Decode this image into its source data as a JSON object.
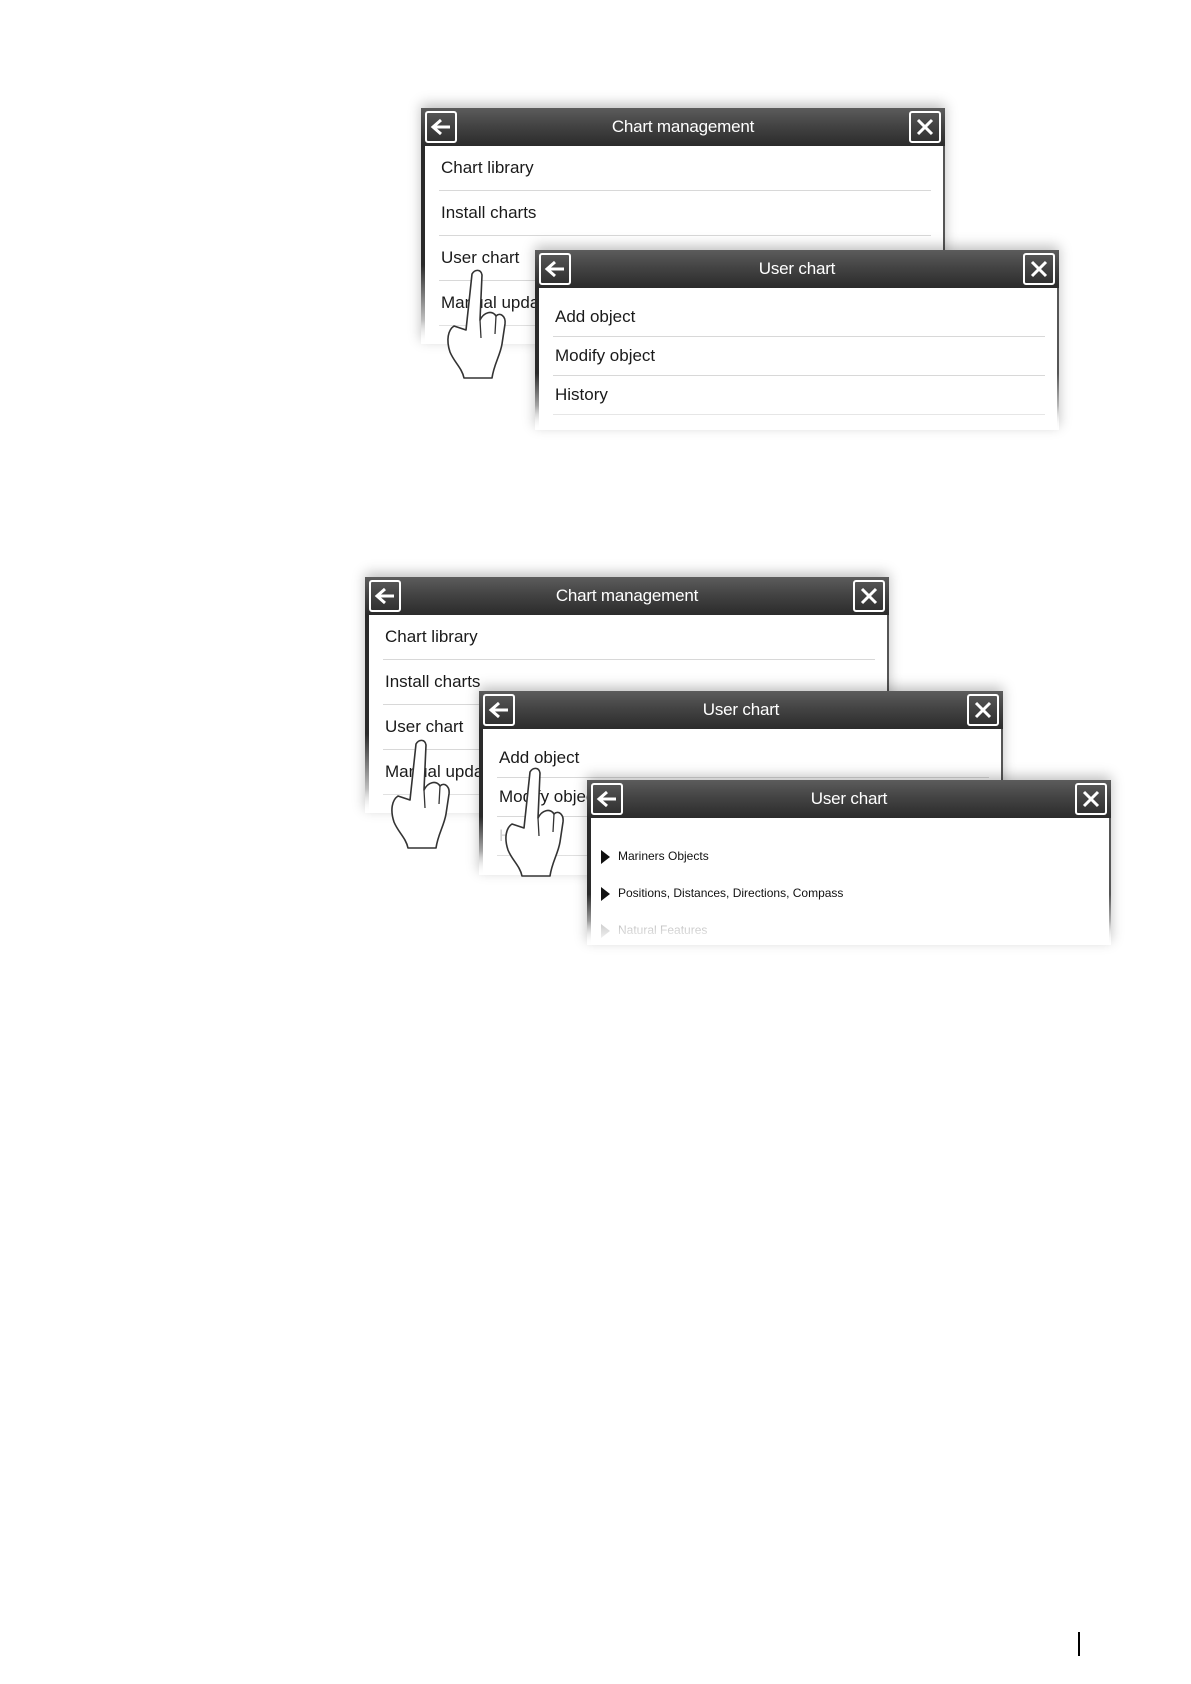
{
  "figure1": {
    "chart_management": {
      "title": "Chart management",
      "items": [
        "Chart library",
        "Install charts",
        "User chart",
        "Manual update"
      ]
    },
    "user_chart": {
      "title": "User chart",
      "items": [
        "Add object",
        "Modify object",
        "History"
      ]
    }
  },
  "figure2": {
    "chart_management": {
      "title": "Chart management",
      "items": [
        "Chart library",
        "Install charts",
        "User chart",
        "Manual update"
      ]
    },
    "user_chart": {
      "title": "User chart",
      "items": [
        "Add object",
        "Modify object",
        "History"
      ]
    },
    "user_chart_objects": {
      "title": "User chart",
      "categories": [
        "Mariners Objects",
        "Positions, Distances, Directions, Compass",
        "Natural Features"
      ]
    }
  },
  "icons": {
    "back": "back-arrow-icon",
    "close": "close-icon",
    "pointer": "pointing-hand-icon",
    "expand": "expand-triangle-icon"
  }
}
